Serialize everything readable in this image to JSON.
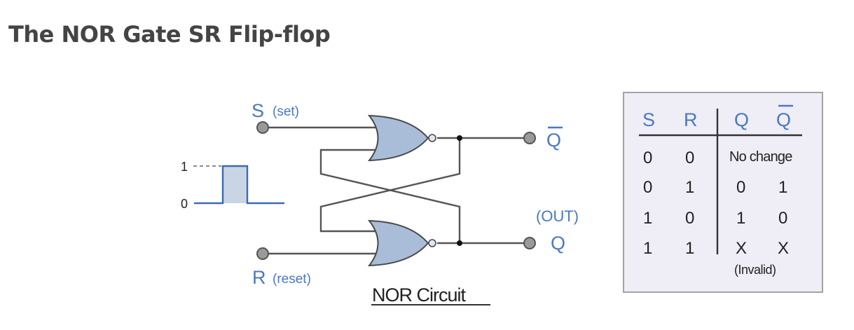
{
  "page": {
    "title": "The NOR Gate SR Flip-flop"
  },
  "diagram": {
    "inputs": {
      "set": {
        "letter": "S",
        "desc": "(set)"
      },
      "reset": {
        "letter": "R",
        "desc": "(reset)"
      }
    },
    "outputs": {
      "q_bar": {
        "letter": "Q",
        "overbar": true
      },
      "q": {
        "letter": "Q",
        "desc": "(OUT)"
      }
    },
    "pulse": {
      "high_label": "1",
      "low_label": "0"
    },
    "caption": "NOR Circuit",
    "gates": [
      {
        "type": "NOR",
        "inputs": [
          "S",
          "Q"
        ],
        "output": "Q-bar"
      },
      {
        "type": "NOR",
        "inputs": [
          "Q-bar",
          "R"
        ],
        "output": "Q"
      }
    ],
    "colors": {
      "label_blue": "#4a78c2",
      "gate_fill": "#a9bdd8",
      "table_bg": "#efedf5"
    }
  },
  "truth_table": {
    "headers": [
      "S",
      "R",
      "Q",
      "Q"
    ],
    "header_overbar": [
      false,
      false,
      false,
      true
    ],
    "rows": [
      {
        "S": "0",
        "R": "0",
        "merged": "No change"
      },
      {
        "S": "0",
        "R": "1",
        "Q": "0",
        "Qbar": "1"
      },
      {
        "S": "1",
        "R": "0",
        "Q": "1",
        "Qbar": "0"
      },
      {
        "S": "1",
        "R": "1",
        "Q": "X",
        "Qbar": "X"
      }
    ],
    "note": "(Invalid)"
  }
}
